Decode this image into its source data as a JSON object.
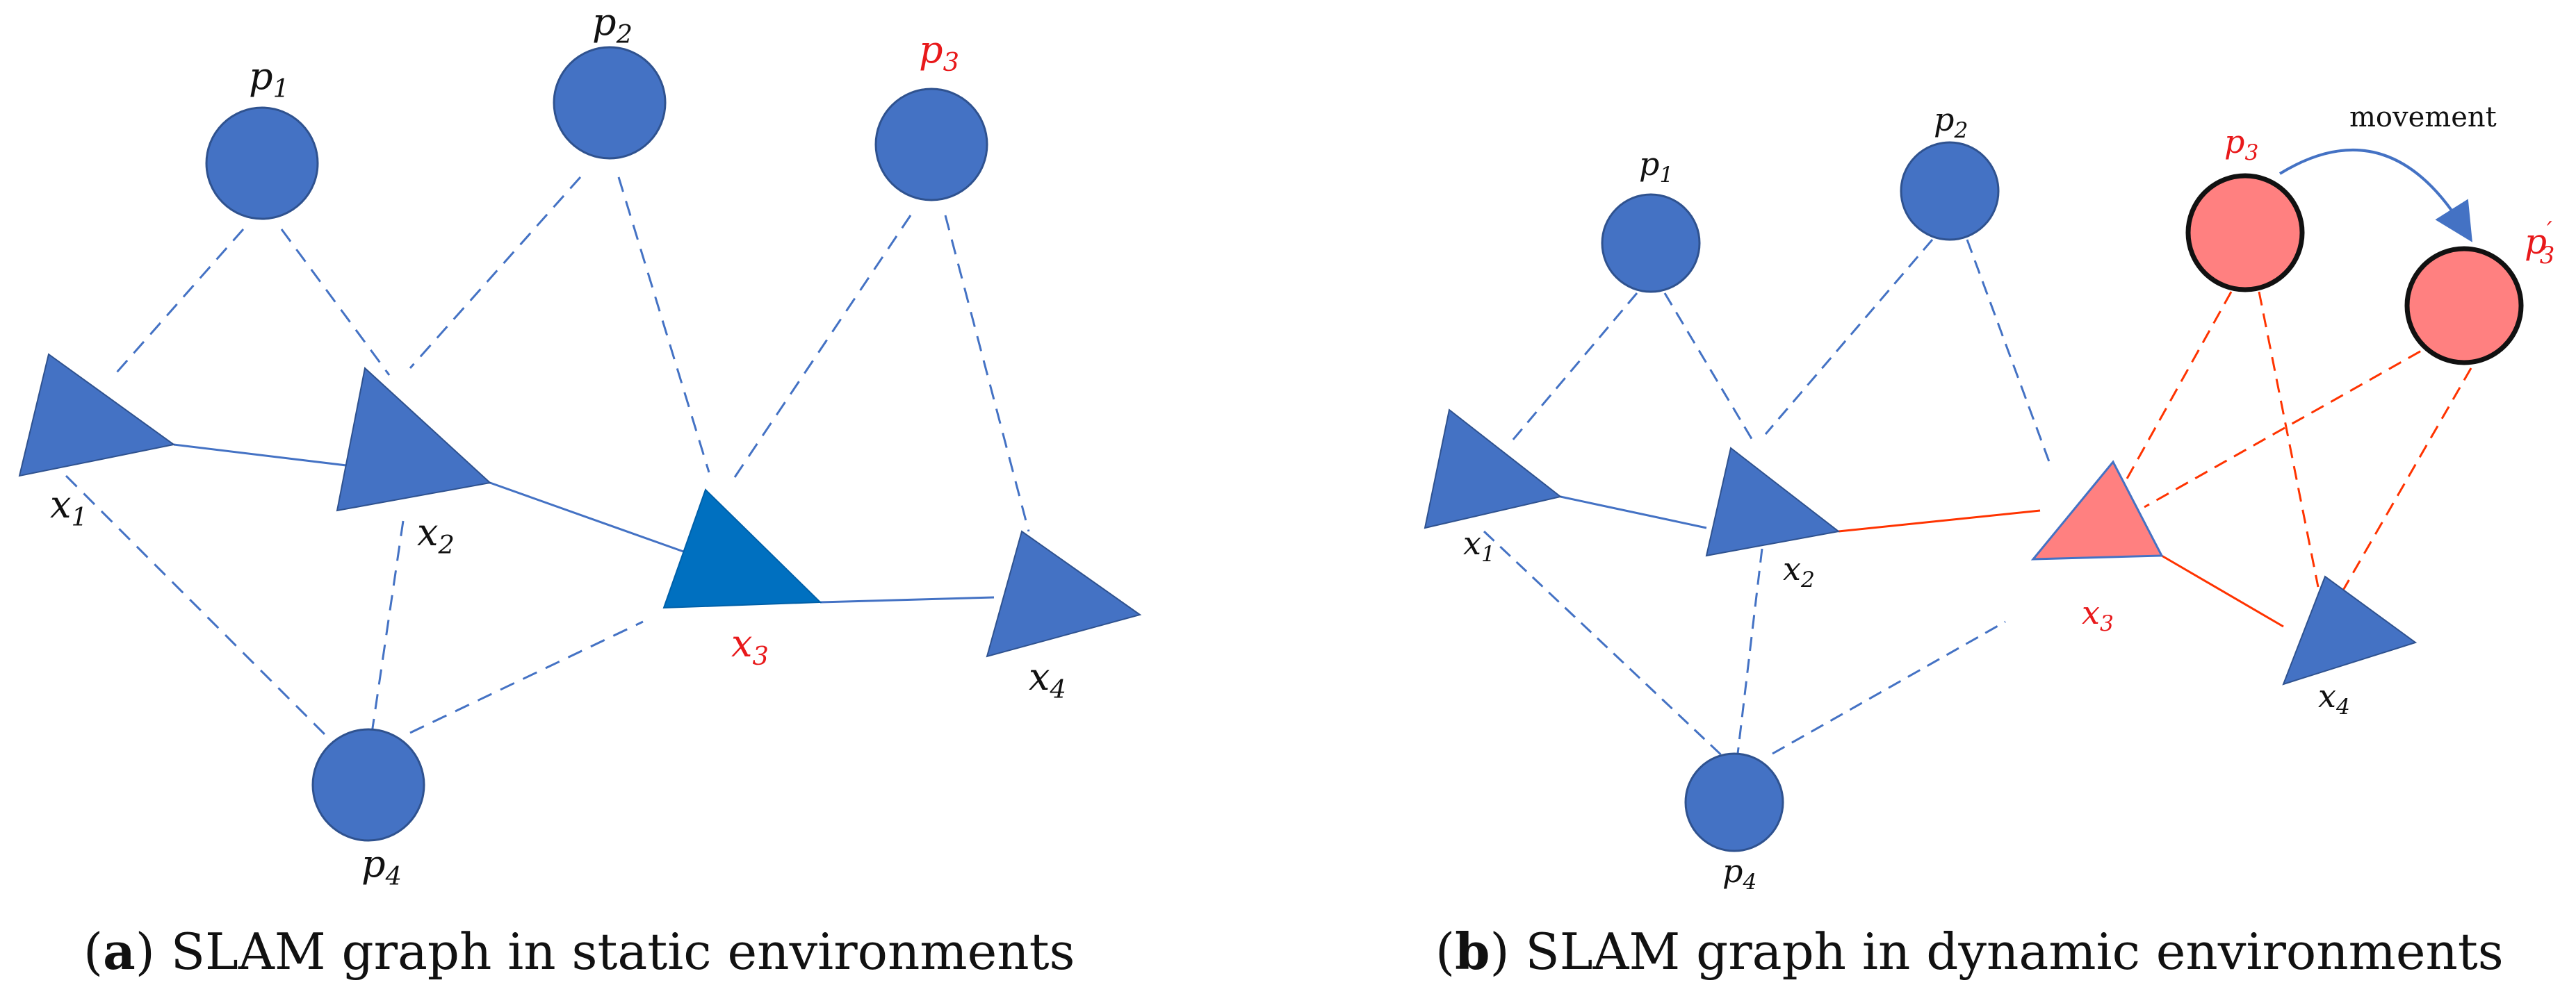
{
  "panel_a": {
    "caption": {
      "open": "(",
      "letter": "a",
      "close": ")",
      "text": " SLAM graph in static environments"
    },
    "landmarks": [
      {
        "base": "p",
        "sub": "1"
      },
      {
        "base": "p",
        "sub": "2"
      },
      {
        "base": "p",
        "sub": "3"
      },
      {
        "base": "p",
        "sub": "4"
      }
    ],
    "poses": [
      {
        "base": "x",
        "sub": "1"
      },
      {
        "base": "x",
        "sub": "2"
      },
      {
        "base": "x",
        "sub": "3"
      },
      {
        "base": "x",
        "sub": "4"
      }
    ]
  },
  "panel_b": {
    "caption": {
      "open": "(",
      "letter": "b",
      "close": ")",
      "text": " SLAM graph in dynamic environments"
    },
    "landmarks": [
      {
        "base": "p",
        "sub": "1"
      },
      {
        "base": "p",
        "sub": "2"
      },
      {
        "base": "p",
        "sub": "3"
      },
      {
        "base": "p",
        "sub": "4"
      },
      {
        "base": "p",
        "sub": "3",
        "prime": "′"
      }
    ],
    "poses": [
      {
        "base": "x",
        "sub": "1"
      },
      {
        "base": "x",
        "sub": "2"
      },
      {
        "base": "x",
        "sub": "3"
      },
      {
        "base": "x",
        "sub": "4"
      }
    ],
    "movement_label": "movement"
  },
  "colors": {
    "node_blue": "#4472c4",
    "node_blue_dark": "#0070c0",
    "dynamic_red": "#ff8080",
    "edge_red": "#ff3300",
    "label_red": "#e8191b"
  }
}
